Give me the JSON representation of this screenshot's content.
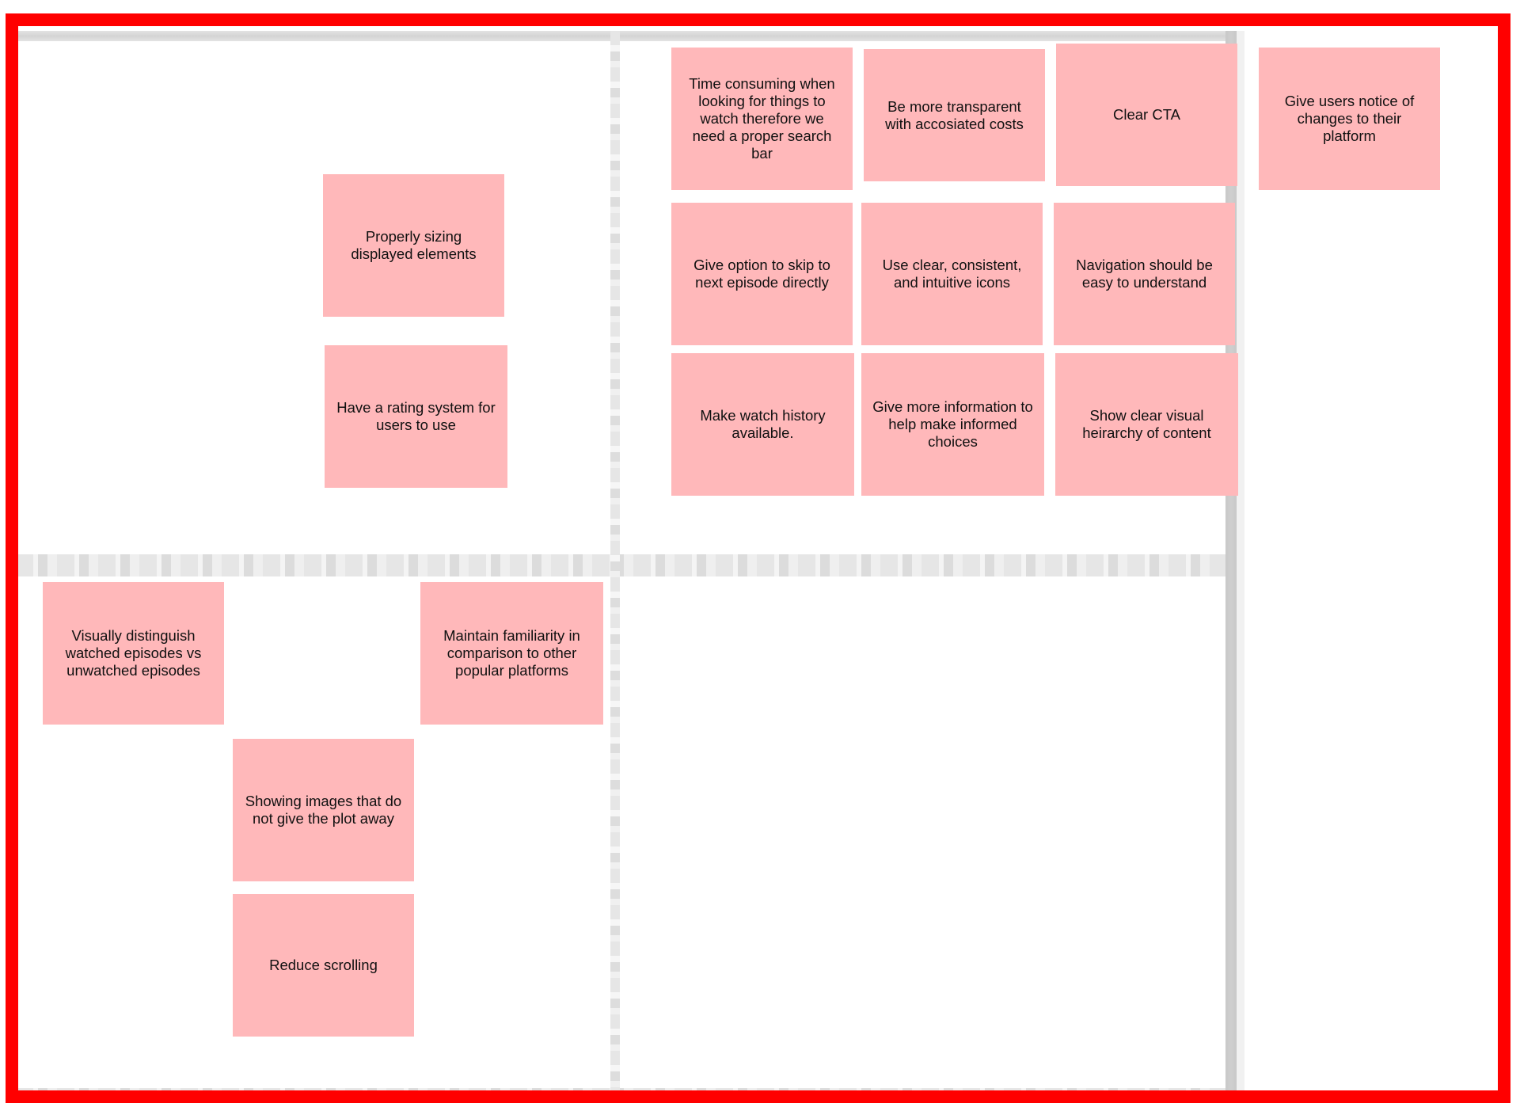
{
  "board": {
    "frame_color": "#ff0000",
    "sticky_color": "#ffb8ba",
    "notes": {
      "search_bar": "Time consuming when looking for things to watch therefore we need a proper search bar",
      "transparent_costs": "Be more transparent with accosiated costs",
      "clear_cta": "Clear  CTA",
      "notice_changes": "Give users notice of changes to their platform",
      "sizing_elements": "Properly sizing displayed elements",
      "skip_episode": "Give option to skip to next episode directly",
      "intuitive_icons": "Use clear, consistent, and intuitive icons",
      "navigation": "Navigation should be easy to understand",
      "rating_system": "Have a rating system for users to use",
      "watch_history": "Make watch history available.",
      "more_information": "Give more information to help make informed choices",
      "visual_hierarchy": "Show clear visual heirarchy of content",
      "watched_episodes": "Visually distinguish watched episodes vs unwatched episodes",
      "familiarity": "Maintain familiarity in comparison to other popular platforms",
      "images_plot": "Showing images that do not give the plot away",
      "reduce_scrolling": "Reduce scrolling"
    }
  }
}
